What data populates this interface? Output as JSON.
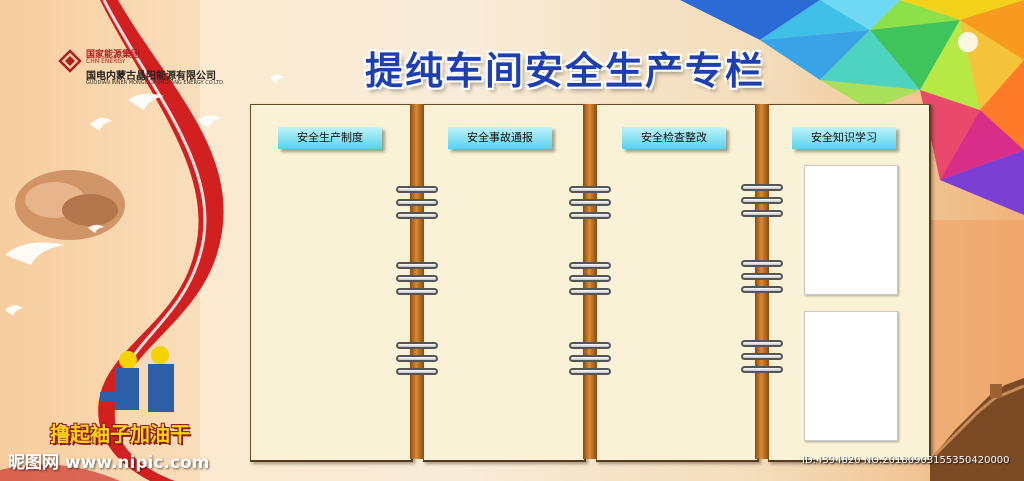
{
  "org": {
    "name_cn": "国家能源集团",
    "name_en": "CHN ENERGY",
    "company_cn": "国电内蒙古晶阳能源有限公司",
    "company_en": "GUODIAN INNER MONGOLIA JINGYANG ENERGY CO.LTD."
  },
  "board": {
    "title": "提纯车间安全生产专栏",
    "columns": [
      {
        "label": "安全生产制度"
      },
      {
        "label": "安全事故通报"
      },
      {
        "label": "安全检查整改"
      },
      {
        "label": "安全知识学习"
      }
    ]
  },
  "slogan": "撸起袖子加油干",
  "watermark": {
    "site": "昵图网 www.nipic.com",
    "id": "ID:4394820 NO:20180903155350420000"
  },
  "colors": {
    "title": "#1d3fb0",
    "tag": "#59d3ea",
    "panel": "#f9f2d6",
    "spine": "#d98a34",
    "ribbon": "#d21f1f",
    "slogan": "#ffd21a"
  },
  "icons": [
    "chn-energy-logo-icon",
    "dove-icon",
    "handshake-image",
    "workers-image",
    "great-wall-image",
    "polygon-decoration"
  ]
}
